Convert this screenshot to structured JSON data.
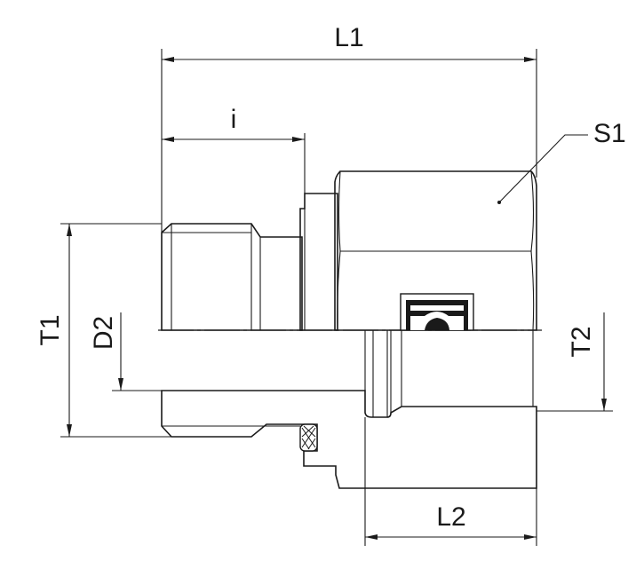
{
  "drawing": {
    "labels": {
      "L1": "L1",
      "i": "i",
      "S1": "S1",
      "T1": "T1",
      "D2": "D2",
      "T2": "T2",
      "L2": "L2"
    },
    "colors": {
      "body_fill": "#e6e7e8",
      "line": "#1a1a1a",
      "seal_symbol": "#1a1a1a"
    }
  }
}
